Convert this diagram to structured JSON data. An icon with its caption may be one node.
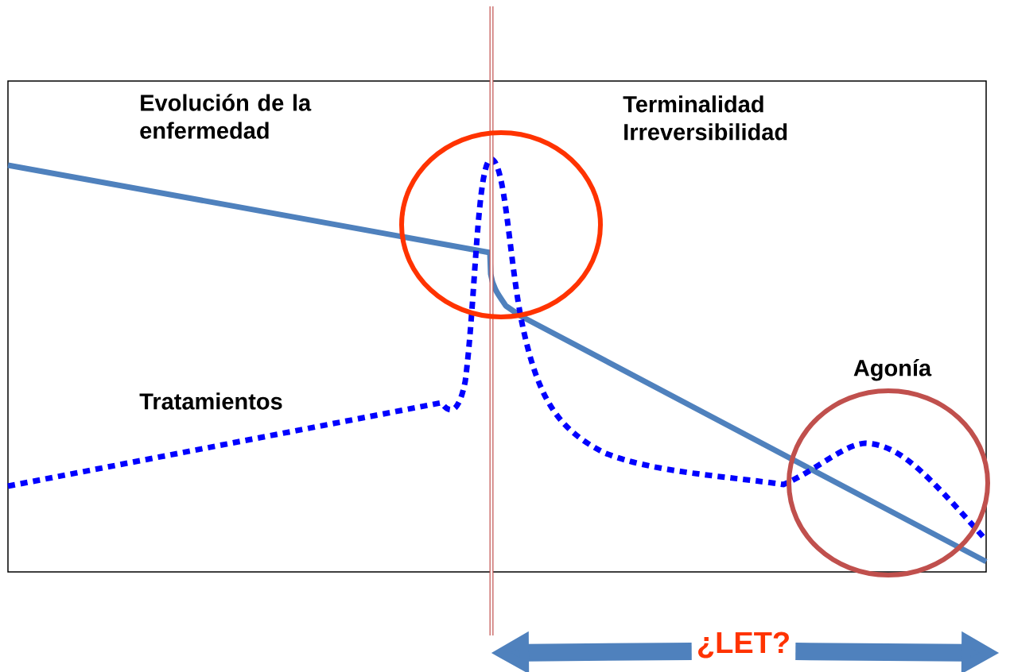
{
  "diagram": {
    "nodes": [
      {
        "text": [],
        "shape": "circle"
      },
      {
        "text": [
          "Agonía"
        ]
      },
      {
        "text": [
          "¿LET?"
        ]
      }
    ],
    "edges": [
      {
        "from": 2,
        "to": null,
        "arrow": "to"
      },
      {
        "from": 2,
        "to": null,
        "arrow": "to"
      }
    ],
    "labels": [
      "Evolución de la enfermedad",
      "Terminalidad Irreversibilidad",
      "Tratamientos"
    ]
  }
}
